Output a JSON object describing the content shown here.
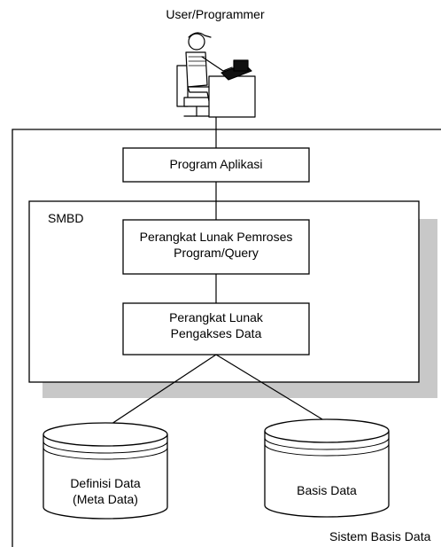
{
  "diagram": {
    "user_label": "User/Programmer",
    "program_aplikasi": "Program Aplikasi",
    "smbd_label": "SMBD",
    "pemroses_line1": "Perangkat Lunak Pemroses",
    "pemroses_line2": "Program/Query",
    "pengakses_line1": "Perangkat Lunak",
    "pengakses_line2": "Pengakses Data",
    "definisi_line1": "Definisi Data",
    "definisi_line2": "(Meta Data)",
    "basis_data": "Basis Data",
    "sistem_label": "Sistem Basis Data"
  },
  "colors": {
    "shadow": "#c8c8c8",
    "stroke": "#000000",
    "fill": "#ffffff"
  },
  "icons": {
    "user": "person-at-computer-icon",
    "storage": "database-cylinder-icon"
  }
}
